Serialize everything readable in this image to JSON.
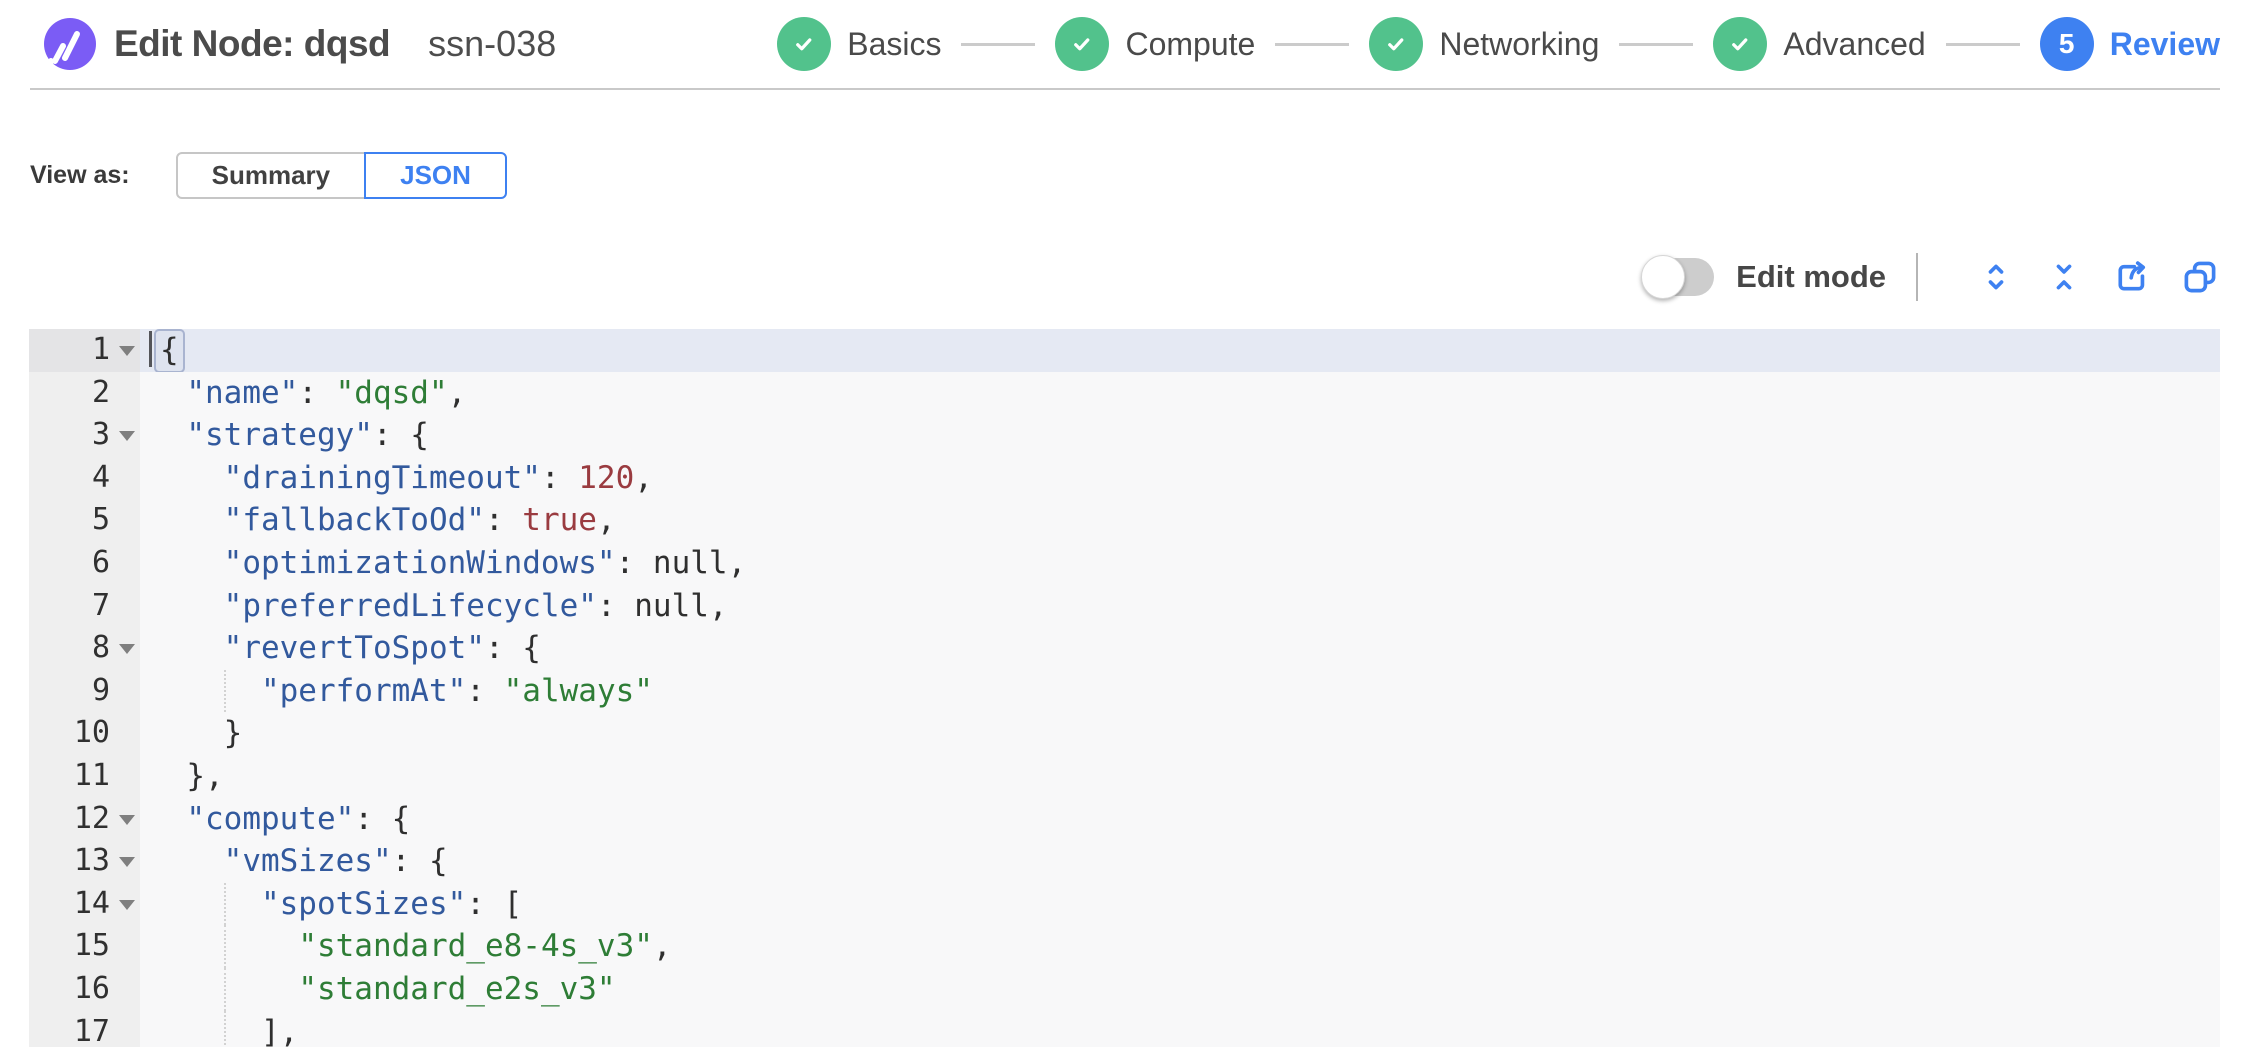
{
  "colors": {
    "brand_purple": "#7b5cf5",
    "success_green": "#52c28c",
    "accent_blue": "#3e81f1"
  },
  "header": {
    "title": "Edit Node: dqsd",
    "subtitle": "ssn-038",
    "steps": [
      {
        "label": "Basics",
        "state": "done"
      },
      {
        "label": "Compute",
        "state": "done"
      },
      {
        "label": "Networking",
        "state": "done"
      },
      {
        "label": "Advanced",
        "state": "done"
      },
      {
        "label": "Review",
        "state": "current",
        "number": "5"
      }
    ]
  },
  "view_as": {
    "label": "View as:",
    "options": [
      {
        "label": "Summary",
        "selected": false
      },
      {
        "label": "JSON",
        "selected": true
      }
    ]
  },
  "toolbar": {
    "edit_mode_label": "Edit mode",
    "edit_mode_on": false,
    "icons": [
      "expand-all",
      "collapse-all",
      "export",
      "copy"
    ]
  },
  "editor": {
    "lines": [
      {
        "n": 1,
        "fold": true,
        "active": true,
        "guides": [],
        "tokens": [
          {
            "t": "punc",
            "v": "{",
            "cursor_before": true,
            "match": true
          }
        ]
      },
      {
        "n": 2,
        "fold": false,
        "active": false,
        "guides": [],
        "tokens": [
          {
            "t": "ws",
            "v": "  "
          },
          {
            "t": "key",
            "v": "\"name\""
          },
          {
            "t": "punc",
            "v": ": "
          },
          {
            "t": "str",
            "v": "\"dqsd\""
          },
          {
            "t": "punc",
            "v": ","
          }
        ]
      },
      {
        "n": 3,
        "fold": true,
        "active": false,
        "guides": [],
        "tokens": [
          {
            "t": "ws",
            "v": "  "
          },
          {
            "t": "key",
            "v": "\"strategy\""
          },
          {
            "t": "punc",
            "v": ": {"
          }
        ]
      },
      {
        "n": 4,
        "fold": false,
        "active": false,
        "guides": [],
        "tokens": [
          {
            "t": "ws",
            "v": "    "
          },
          {
            "t": "key",
            "v": "\"drainingTimeout\""
          },
          {
            "t": "punc",
            "v": ": "
          },
          {
            "t": "num",
            "v": "120"
          },
          {
            "t": "punc",
            "v": ","
          }
        ]
      },
      {
        "n": 5,
        "fold": false,
        "active": false,
        "guides": [],
        "tokens": [
          {
            "t": "ws",
            "v": "    "
          },
          {
            "t": "key",
            "v": "\"fallbackToOd\""
          },
          {
            "t": "punc",
            "v": ": "
          },
          {
            "t": "bool",
            "v": "true"
          },
          {
            "t": "punc",
            "v": ","
          }
        ]
      },
      {
        "n": 6,
        "fold": false,
        "active": false,
        "guides": [],
        "tokens": [
          {
            "t": "ws",
            "v": "    "
          },
          {
            "t": "key",
            "v": "\"optimizationWindows\""
          },
          {
            "t": "punc",
            "v": ": "
          },
          {
            "t": "null",
            "v": "null"
          },
          {
            "t": "punc",
            "v": ","
          }
        ]
      },
      {
        "n": 7,
        "fold": false,
        "active": false,
        "guides": [],
        "tokens": [
          {
            "t": "ws",
            "v": "    "
          },
          {
            "t": "key",
            "v": "\"preferredLifecycle\""
          },
          {
            "t": "punc",
            "v": ": "
          },
          {
            "t": "null",
            "v": "null"
          },
          {
            "t": "punc",
            "v": ","
          }
        ]
      },
      {
        "n": 8,
        "fold": true,
        "active": false,
        "guides": [],
        "tokens": [
          {
            "t": "ws",
            "v": "    "
          },
          {
            "t": "key",
            "v": "\"revertToSpot\""
          },
          {
            "t": "punc",
            "v": ": {"
          }
        ]
      },
      {
        "n": 9,
        "fold": false,
        "active": false,
        "guides": [
          4
        ],
        "tokens": [
          {
            "t": "ws",
            "v": "      "
          },
          {
            "t": "key",
            "v": "\"performAt\""
          },
          {
            "t": "punc",
            "v": ": "
          },
          {
            "t": "str",
            "v": "\"always\""
          }
        ]
      },
      {
        "n": 10,
        "fold": false,
        "active": false,
        "guides": [],
        "tokens": [
          {
            "t": "ws",
            "v": "    "
          },
          {
            "t": "punc",
            "v": "}"
          }
        ]
      },
      {
        "n": 11,
        "fold": false,
        "active": false,
        "guides": [],
        "tokens": [
          {
            "t": "ws",
            "v": "  "
          },
          {
            "t": "punc",
            "v": "},"
          }
        ]
      },
      {
        "n": 12,
        "fold": true,
        "active": false,
        "guides": [],
        "tokens": [
          {
            "t": "ws",
            "v": "  "
          },
          {
            "t": "key",
            "v": "\"compute\""
          },
          {
            "t": "punc",
            "v": ": {"
          }
        ]
      },
      {
        "n": 13,
        "fold": true,
        "active": false,
        "guides": [],
        "tokens": [
          {
            "t": "ws",
            "v": "    "
          },
          {
            "t": "key",
            "v": "\"vmSizes\""
          },
          {
            "t": "punc",
            "v": ": {"
          }
        ]
      },
      {
        "n": 14,
        "fold": true,
        "active": false,
        "guides": [
          4
        ],
        "tokens": [
          {
            "t": "ws",
            "v": "      "
          },
          {
            "t": "key",
            "v": "\"spotSizes\""
          },
          {
            "t": "punc",
            "v": ": ["
          }
        ]
      },
      {
        "n": 15,
        "fold": false,
        "active": false,
        "guides": [
          4
        ],
        "tokens": [
          {
            "t": "ws",
            "v": "        "
          },
          {
            "t": "str",
            "v": "\"standard_e8-4s_v3\""
          },
          {
            "t": "punc",
            "v": ","
          }
        ]
      },
      {
        "n": 16,
        "fold": false,
        "active": false,
        "guides": [
          4
        ],
        "tokens": [
          {
            "t": "ws",
            "v": "        "
          },
          {
            "t": "str",
            "v": "\"standard_e2s_v3\""
          }
        ]
      },
      {
        "n": 17,
        "fold": false,
        "active": false,
        "guides": [
          4
        ],
        "tokens": [
          {
            "t": "ws",
            "v": "      "
          },
          {
            "t": "punc",
            "v": "],"
          }
        ]
      }
    ]
  }
}
